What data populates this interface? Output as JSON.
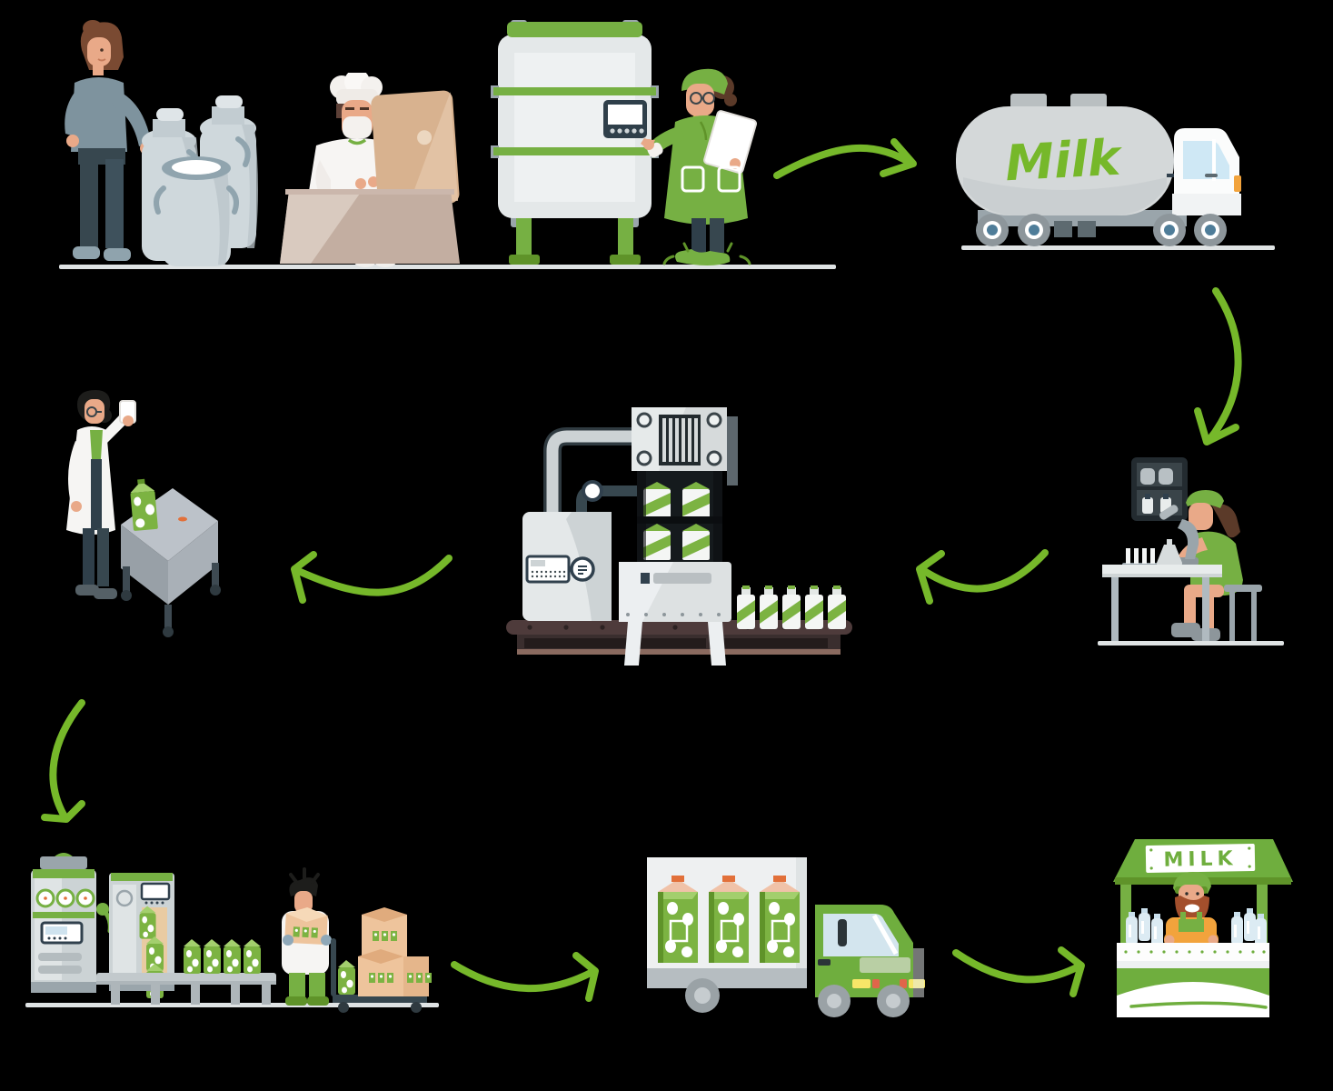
{
  "labels": {
    "tanker_text": "Milk",
    "stand_sign": "MILK"
  },
  "palette": {
    "accent_green": "#76b82a",
    "object_green": "#76b043",
    "carton_green": "#7cb342",
    "dark_navy": "#2f3f4a",
    "machine_gray": "#e4e8e9",
    "steel_gray": "#9aa5ab",
    "ground_gray": "#dfe3e4",
    "skin": "#e9a988",
    "cardboard_tan": "#eec49c",
    "desk_tan": "#d8b28f",
    "belt_brown": "#4e3b3b",
    "window_blue": "#cfe8f5",
    "vendor_orange": "#f2a33c"
  },
  "process_steps": [
    {
      "name": "farmer-with-milk-churns"
    },
    {
      "name": "operator-at-computer-desk"
    },
    {
      "name": "pasteurization-tank-inspection"
    },
    {
      "name": "milk-tanker-transport"
    },
    {
      "name": "laboratory-microscope-testing"
    },
    {
      "name": "carton-packaging-machine"
    },
    {
      "name": "quality-inspection-table"
    },
    {
      "name": "bottling-and-packing-line"
    },
    {
      "name": "delivery-truck"
    },
    {
      "name": "milk-market-stand"
    }
  ],
  "arrows": [
    "farm-to-tanker",
    "tanker-to-lab",
    "lab-to-packaging",
    "packaging-to-quality-check",
    "quality-check-to-packing-line",
    "packing-line-to-delivery-truck",
    "delivery-truck-to-market-stand"
  ]
}
